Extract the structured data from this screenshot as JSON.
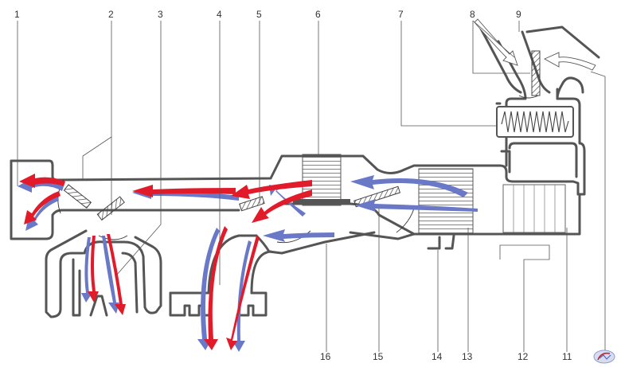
{
  "labels": [
    "1",
    "2",
    "3",
    "4",
    "5",
    "6",
    "7",
    "8",
    "9",
    "11",
    "12",
    "13",
    "14",
    "15",
    "16"
  ],
  "colors": {
    "hot_air": "#e21b2a",
    "cold_air": "#6a78c8",
    "duct_outline": "#555555",
    "hatch": "#444444",
    "background": "#ffffff"
  },
  "icons": [
    "brand-logo-icon"
  ]
}
